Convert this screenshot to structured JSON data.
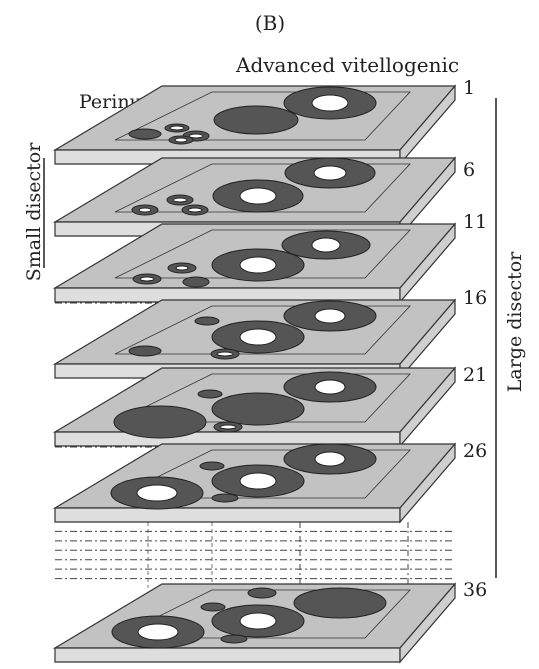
{
  "figure": {
    "panel_label": "(B)",
    "labels": {
      "advanced": "Advanced vitellogenic",
      "perinucleolar": "Perinucleolar",
      "small_disector": "Small disector",
      "large_disector": "Large disector"
    },
    "section_numbers": [
      "1",
      "6",
      "11",
      "16",
      "21",
      "26",
      "36"
    ]
  },
  "colors": {
    "slab_top": "#c2c2c2",
    "slab_side": "#dedede",
    "slab_edge": "#333333",
    "cell_dark": "#555555",
    "nucleus": "#ffffff",
    "background": "#ffffff"
  }
}
